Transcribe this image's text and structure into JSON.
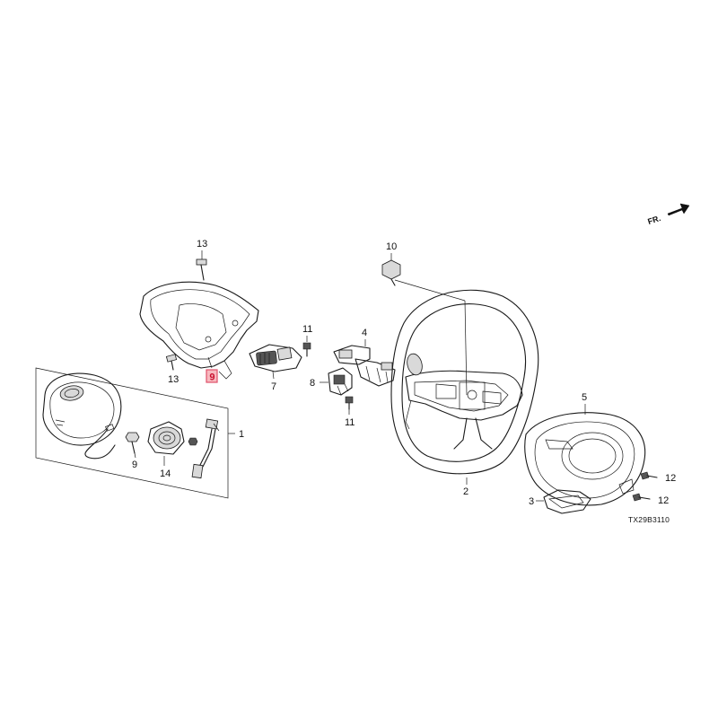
{
  "diagram": {
    "direction_label": "FR.",
    "drawing_code": "TX29B3110",
    "highlighted_part": "6",
    "callouts": {
      "c1": "1",
      "c2": "2",
      "c3": "3",
      "c4": "4",
      "c5": "5",
      "c6": "6",
      "c7": "7",
      "c8": "8",
      "c9": "9",
      "c10": "10",
      "c11a": "11",
      "c11b": "11",
      "c12a": "12",
      "c12b": "12",
      "c13a": "13",
      "c13b": "13",
      "c14": "14"
    }
  }
}
